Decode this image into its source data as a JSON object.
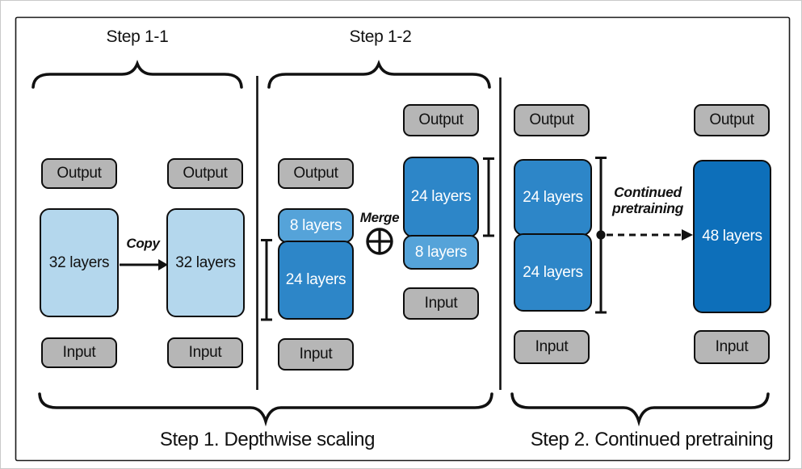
{
  "figure": {
    "step11": {
      "title": "Step 1-1",
      "copy_label": "Copy",
      "left": {
        "output": "Output",
        "layers": "32 layers",
        "input": "Input"
      },
      "right": {
        "output": "Output",
        "layers": "32 layers",
        "input": "Input"
      }
    },
    "step12": {
      "title": "Step 1-2",
      "merge_label": "Merge",
      "left": {
        "output": "Output",
        "top_layers": "8 layers",
        "bottom_layers": "24 layers",
        "input": "Input"
      },
      "right": {
        "output": "Output",
        "top_layers": "24 layers",
        "bottom_layers": "8 layers",
        "input": "Input"
      }
    },
    "step2": {
      "arrow_label": "Continued pretraining",
      "left": {
        "output": "Output",
        "top_layers": "24 layers",
        "bottom_layers": "24 layers",
        "input": "Input"
      },
      "right": {
        "output": "Output",
        "layers": "48 layers",
        "input": "Input"
      }
    },
    "captions": {
      "step1": "Step 1. Depthwise scaling",
      "step2": "Step 2. Continued pretraining"
    }
  },
  "colors": {
    "box_gray": "#b6b6b6",
    "blue_light": "#b4d7ed",
    "blue_mid": "#55a3d9",
    "blue": "#2d86c8",
    "blue_dark": "#0d6fba",
    "line_black": "#111111"
  }
}
